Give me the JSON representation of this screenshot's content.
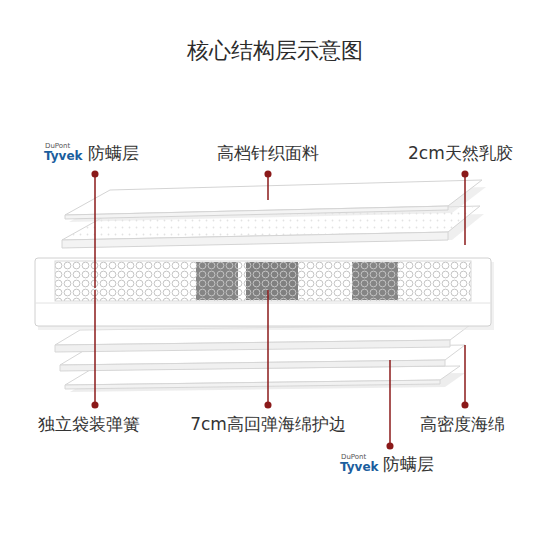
{
  "diagram": {
    "title": "核心结构层示意图",
    "labels": [
      "DuPont",
      "Tyvek",
      "防螨层",
      "高档针织面料",
      "2cm天然乳胶",
      "独立袋装弹簧",
      "7cm高回弹海绵护边",
      "高密度海绵",
      "DuPont",
      "Tyvek",
      "防螨层"
    ]
  }
}
